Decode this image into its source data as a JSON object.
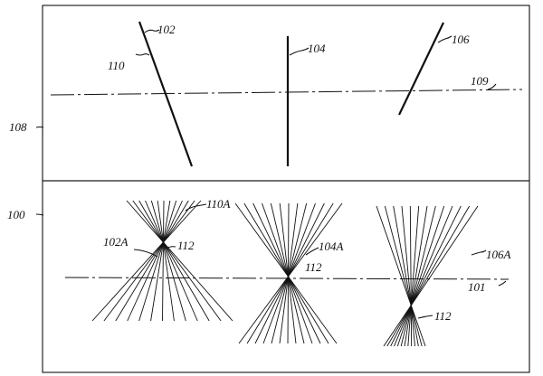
{
  "labels": {
    "l102": "102",
    "l104": "104",
    "l106": "106",
    "l108": "108",
    "l109": "109",
    "l110": "110",
    "l100": "100",
    "l110A": "110A",
    "l102A": "102A",
    "l112a": "112",
    "l104A": "104A",
    "l112b": "112",
    "l106A": "106A",
    "l101": "101",
    "l112c": "112"
  }
}
